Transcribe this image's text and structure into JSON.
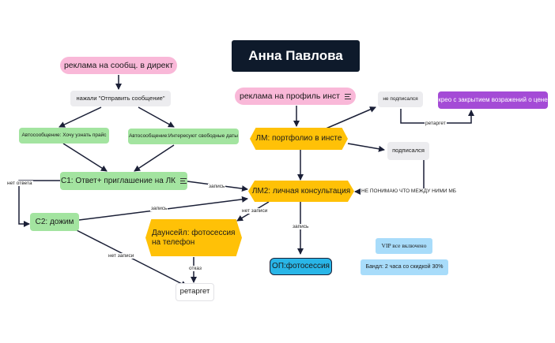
{
  "title": "Анна Павлова",
  "nodes": {
    "ad_direct": "реклама на сообщ. в директ",
    "pressed_send": "нажали \"Отправить сообщение\"",
    "auto_price": "Автосообщение: Хочу узнать прайс",
    "auto_dates": "Автосообщение:Интересуют свободные даты",
    "c1": "С1: Ответ+ приглашение на ЛК",
    "c2": "С2: дожим",
    "ad_profile": "реклама на профиль инст",
    "lm_portfolio": "ЛМ: портфолио в инсте",
    "lm2": "ЛМ2: личная консультация",
    "downsell": "Даунсейл: фотосессия на телефон",
    "op": "ОП:фотосессия",
    "retarget": "ретаргет",
    "not_subscribed": "не подписался",
    "subscribed": "подписался",
    "creo": "крео с закрытием возражений о цене",
    "vip": "VIP все включено",
    "bundle": "Бандл: 2 часа со скидкой 30%"
  },
  "edge_labels": {
    "no_answer": "нет ответа",
    "signup_c1": "запись",
    "signup_c2": "запись",
    "no_signup_lm2": "нет записи",
    "signup_lm2": "запись",
    "no_signup_c2": "нет записи",
    "refusal": "отказ",
    "retarget_edge": "ретаргет",
    "dont_understand": "НЕ ПОНИМАЮ ЧТО МЕЖДУ НИМИ МБ"
  },
  "colors": {
    "title_bg": "#0e1a2b",
    "pink": "#f9b8d8",
    "green": "#a3e4a0",
    "yellow": "#ffc107",
    "blue": "#29b6e8",
    "purple": "#a44bd6",
    "light_blue": "#a8dcfa",
    "grey": "#ececef",
    "line": "#1a1f36"
  }
}
